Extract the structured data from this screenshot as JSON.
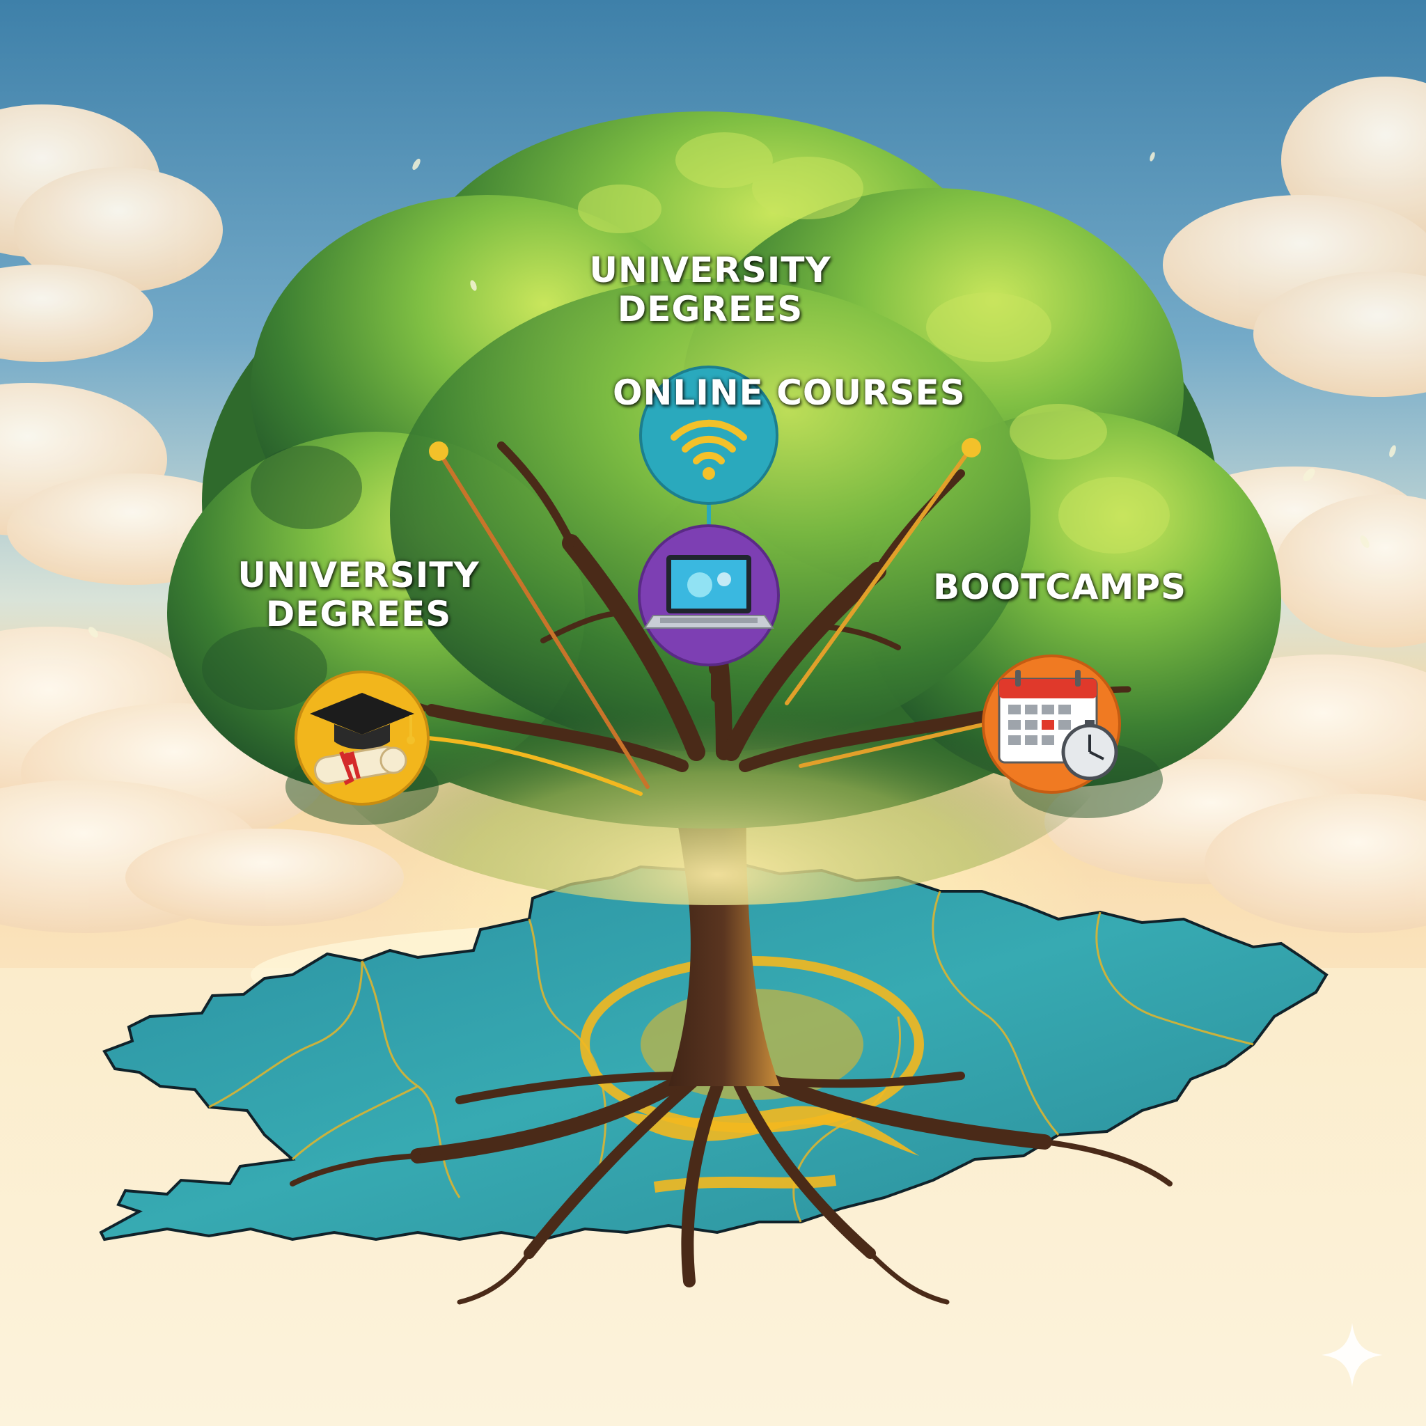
{
  "labels": {
    "top": [
      "UNIVERSITY",
      "DEGREES"
    ],
    "online": "ONLINE COURSES",
    "left": [
      "UNIVERSITY",
      "DEGREES"
    ],
    "right": "BOOTCAMPS"
  },
  "icons": {
    "online": "wifi-icon",
    "center": "laptop-icon",
    "left": "graduation-cap-diploma-icon",
    "right": "calendar-stopwatch-icon"
  },
  "colors": {
    "sky_top": "#3f84ad",
    "sky_mid": "#7fb3cf",
    "horizon": "#f9d8a4",
    "ground": "#fbf1d5",
    "foliage_dark": "#2f6b2c",
    "foliage_light": "#bfe05a",
    "trunk": "#4a2a18",
    "map_teal": "#2e9ea8",
    "accent_gold": "#f3b81f",
    "circle_teal": "#2aa9bd",
    "circle_purple": "#7d3fb3",
    "circle_yellow": "#f2b61c",
    "circle_orange": "#f07a22"
  }
}
